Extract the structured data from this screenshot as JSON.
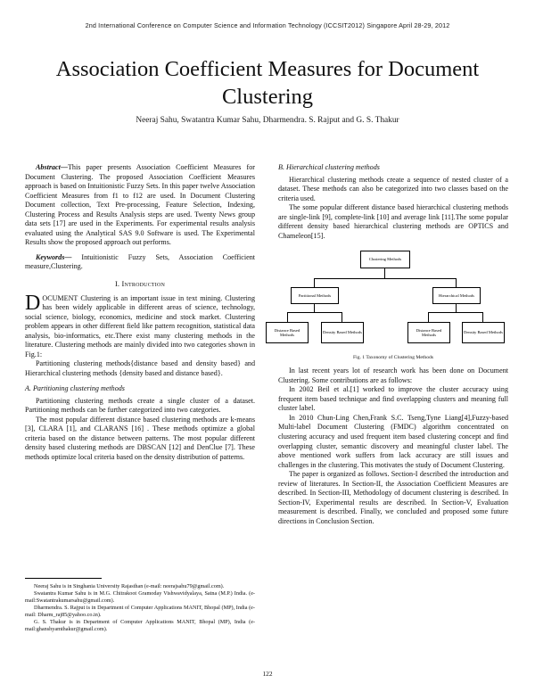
{
  "header": {
    "running_head": "2nd International Conference on Computer Science and Information Technology (ICCSIT2012) Singapore April 28-29, 2012"
  },
  "title": "Association Coefficient Measures for Document Clustering",
  "authors": "Neeraj Sahu, Swatantra Kumar Sahu, Dharmendra. S. Rajput and G. S. Thakur",
  "abstract": {
    "label": "Abstract—",
    "text": "This paper presents Association Coefficient Measures for Document Clustering. The proposed Association Coefficient Measures approach is based on Intuitionistic Fuzzy Sets. In this paper twelve Association Coefficient Measures from f1 to f12 are used. In Document Clustering Document collection, Text Pre-processing, Feature Selection, Indexing, Clustering Process and Results Analysis steps are used. Twenty News group data sets [17] are used in the Experiments. For experimental results analysis evaluated using the Analytical SAS 9.0 Software is used. The Experimental Results show the proposed approach out performs."
  },
  "keywords": {
    "label": "Keywords—",
    "text": " Intuitionistic Fuzzy Sets, Association Coefficient measure,Clustering."
  },
  "sections": {
    "introduction_head": "I. Introduction",
    "intro_dropcap": "D",
    "intro_smallcaps": "OCUMENT",
    "intro_rest": " Clustering is an important issue in text mining. Clustering has been widely applicable in different areas of science, technology, social science, biology, economics, medicine and stock market. Clustering problem appears in other different field like pattern recognition, statistical data analysis, bio-informatics, etc.There exist many clustering methods in the literature. Clustering methods are mainly divided into two categories shown in Fig.1:",
    "intro_p2": "Partitioning clustering methods{distance based and density based} and Hierarchical clustering methods {density based and distance based}.",
    "sub_a_head": "A. Partitioning clustering methods",
    "sub_a_p1": "Partitioning clustering methods create a single cluster of a dataset. Partitioning methods can be further categorized into two categories.",
    "sub_a_p2": "The most popular different distance based clustering methods are k-means [3], CLARA [1], and CLARANS [16] . These methods optimize a global criteria based on the distance between patterns. The most popular different density based clustering methods are DBSCAN [12] and DenClue [7]. These methods optimize local criteria based on the density distribution of patterns.",
    "sub_b_head": "B. Hierarchical clustering methods",
    "sub_b_p1": "Hierarchical clustering methods create a sequence of nested cluster of a dataset. These methods can also be categorized into two classes based on the criteria used.",
    "sub_b_p2": "The some popular different distance based hierarchical clustering methods are single-link [9], complete-link [10] and average link [11].The some popular different density based hierarchical clustering methods are OPTICS and Chameleon[15].",
    "right_p1": "In last recent years lot of research work has been done on Document Clustering. Some contributions are as follows:",
    "right_p2": "In 2002 Beil et al.[1] worked to improve the cluster accuracy using frequent item based technique and find overlapping clusters and meaning full cluster label.",
    "right_p3": "In 2010 Chun-Ling Chen,Frank S.C. Tseng,Tyne Liang[4],Fuzzy-based Multi-label Document Clustering (FMDC) algorithm concentrated on clustering accuracy and used frequent item based clustering concept and find overlapping cluster, semantic discovery and meaningful cluster label. The above mentioned work suffers from lack accuracy are still issues and challenges in the clustering. This motivates the study of Document Clustering.",
    "right_p4": "The paper is organized as follows. Section-I described the introduction and review of literatures. In Section-II, the Association Coefficient Measures are described. In Section-III, Methodology of document clustering is described. In Section-IV, Experimental results are described. In Section-V, Evaluation measurement is described. Finally, we concluded and proposed some future directions in Conclusion Section."
  },
  "figure": {
    "caption": "Fig. 1 Taxonomy of Clustering Methods",
    "nodes": {
      "root": "Clustering Methods",
      "left_mid": "Partitional Methods",
      "right_mid": "Hierarchical Methods",
      "leaf1": "Distance Based Methods",
      "leaf2": "Density Based Methods",
      "leaf3": "Distance Based Methods",
      "leaf4": "Density Based Methods"
    }
  },
  "footnotes": [
    "Neeraj Sahu is in Singhania University Rajasthan (e-mail: neerajsahu79@gmail.com).",
    "Swatantra Kumar Sahu is in M.G. Chitrakoot Gramoday Vishwavidyalaya, Satna (M.P.) India. (e-mail:Swatantrakumarsahu@gmail.com).",
    "Dharmendra. S. Rajput is in Department of Computer Applications MANIT, Bhopal (MP), India (e-mail: Dharm_raj85@yahoo.co.in).",
    "G. S. Thakur is in Department of Computer Applications MANIT, Bhopal (MP), India (e-mail:ghanshyamthakur@gmail.com)."
  ],
  "page_number": "122"
}
